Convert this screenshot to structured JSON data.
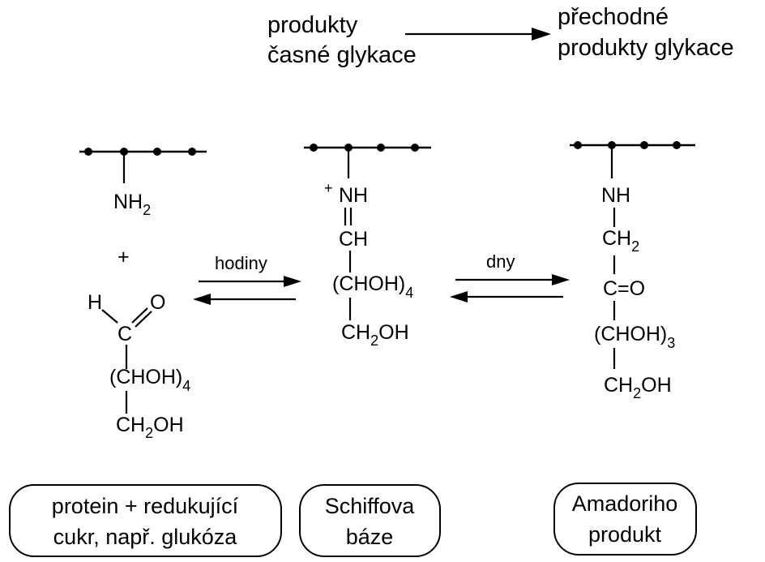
{
  "header": {
    "early_line1": "produkty",
    "early_line2": "časné glykace",
    "intermediate_line1": "přechodné",
    "intermediate_line2": "produkty glykace"
  },
  "reactants": {
    "amine": "NH",
    "amine_sub": "2",
    "plus": "+",
    "aldehyde_h": "H",
    "aldehyde_o": "O",
    "aldehyde_c": "C",
    "chain": "(CHOH)",
    "chain_sub": "4",
    "terminal_a": "CH",
    "terminal_sub": "2",
    "terminal_b": "OH"
  },
  "schiff": {
    "charge": "+",
    "imine": "NH",
    "ch": "CH",
    "chain": "(CHOH)",
    "chain_sub": "4",
    "terminal_a": "CH",
    "terminal_sub": "2",
    "terminal_b": "OH"
  },
  "amadori": {
    "amine": "NH",
    "ch2_a": "CH",
    "ch2_sub": "2",
    "carbonyl": "C=O",
    "chain": "(CHOH)",
    "chain_sub": "3",
    "terminal_a": "CH",
    "terminal_sub": "2",
    "terminal_b": "OH"
  },
  "arrows": {
    "first_label": "hodiny",
    "second_label": "dny"
  },
  "boxes": {
    "reactants_line1": "protein + redukující",
    "reactants_line2": "cukr, např. glukóza",
    "schiff_line1": "Schiffova",
    "schiff_line2": "báze",
    "amadori_line1": "Amadoriho",
    "amadori_line2": "produkt"
  }
}
